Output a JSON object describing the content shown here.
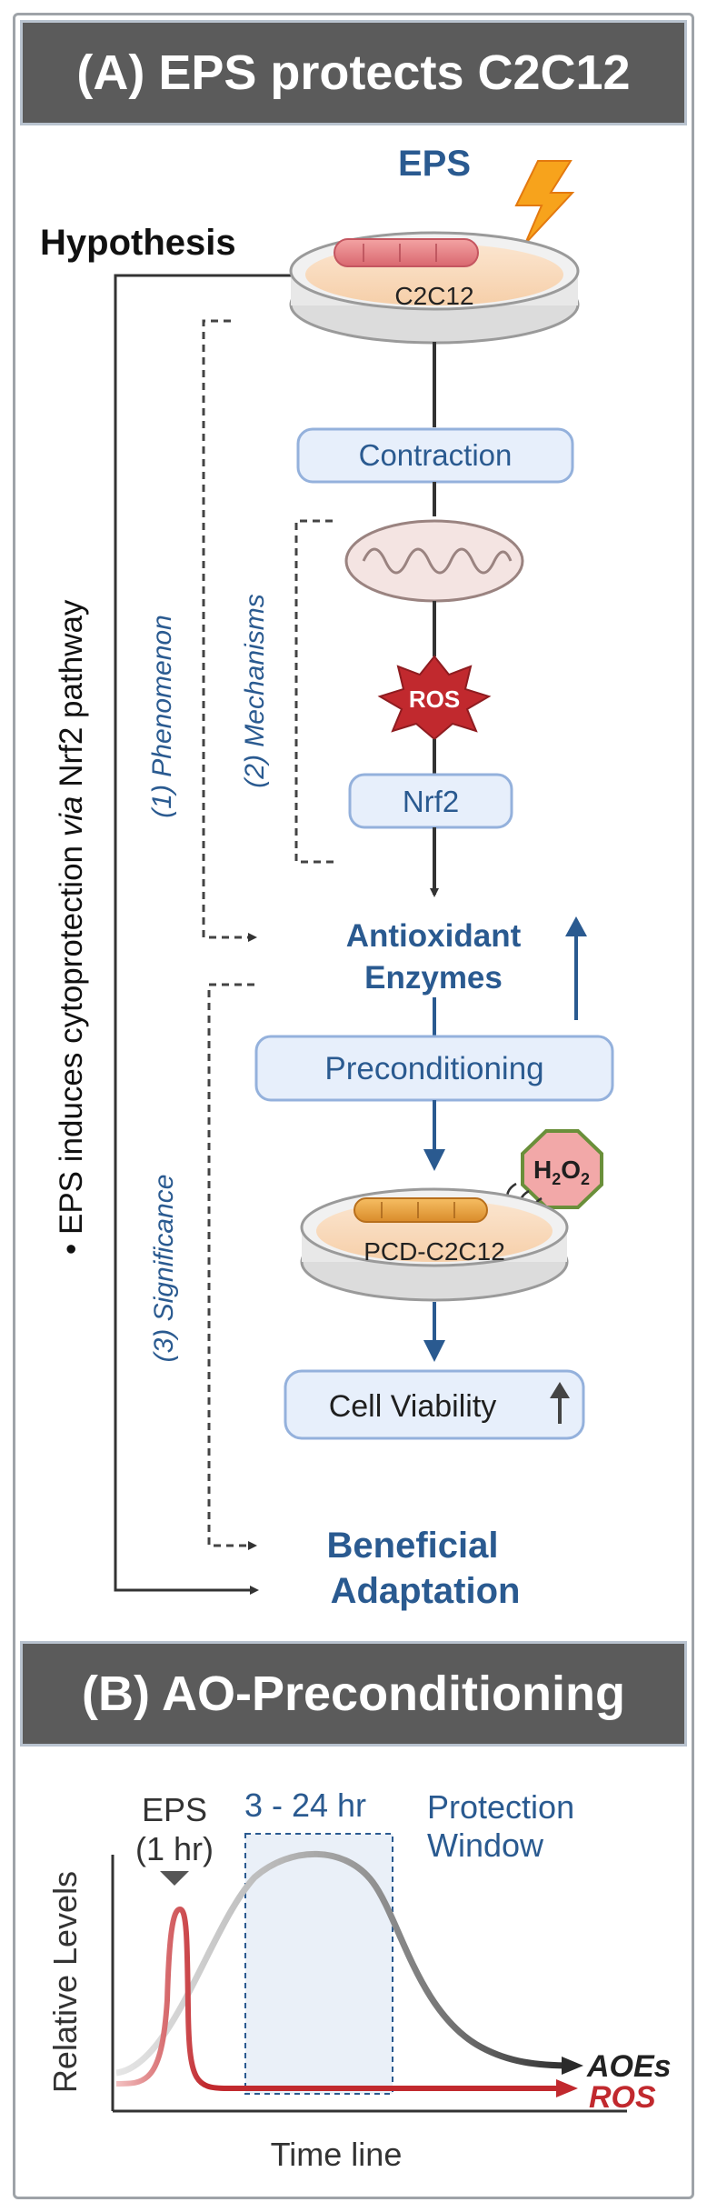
{
  "panel_a": {
    "title": "(A) EPS protects C2C12",
    "eps_label": "EPS",
    "hypothesis_label": "Hypothesis",
    "hypothesis_text_prefix": "EPS induces cytoprotection ",
    "hypothesis_text_via": "via",
    "hypothesis_text_suffix": " Nrf2 pathway",
    "dish_label": "C2C12",
    "contraction": "Contraction",
    "ros": "ROS",
    "nrf2": "Nrf2",
    "phenomenon": "(1) Phenomenon",
    "mechanisms": "(2) Mechanisms",
    "significance": "(3) Significance",
    "antioxidant_line1": "Antioxidant",
    "antioxidant_line2": "Enzymes",
    "preconditioning": "Preconditioning",
    "h2o2_h": "H",
    "h2o2_2a": "2",
    "h2o2_o": "O",
    "h2o2_2b": "2",
    "pcd_label": "PCD-C2C12",
    "cell_viability": "Cell Viability",
    "beneficial_line1": "Beneficial",
    "beneficial_line2": "Adaptation"
  },
  "panel_b": {
    "title": "(B) AO-Preconditioning",
    "eps_line1": "EPS",
    "eps_line2": "(1 hr)",
    "window_hours": "3 - 24 hr",
    "protection_line1": "Protection",
    "protection_line2": "Window",
    "ylabel": "Relative Levels",
    "xlabel": "Time line",
    "aoes": "AOEs",
    "ros": "ROS"
  },
  "colors": {
    "blue": "#2a5a90",
    "box_fill": "#e7effb",
    "box_border": "#94b1dc",
    "ros_red": "#c1292e",
    "header_gray": "#5b5b5b",
    "h2o2_fill": "#f2a8a8",
    "h2o2_border": "#6a8f3a"
  }
}
